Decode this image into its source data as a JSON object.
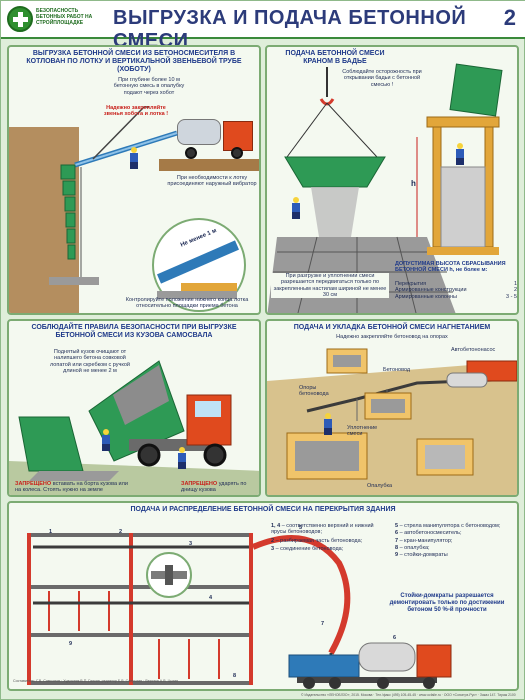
{
  "header": {
    "tagline": "БЕЗОПАСНОСТЬ БЕТОННЫХ РАБОТ НА СТРОЙПЛОЩАДКЕ",
    "title": "ВЫГРУЗКА И ПОДАЧА БЕТОННОЙ СМЕСИ",
    "page": "2"
  },
  "panel1": {
    "title": "ВЫГРУЗКА БЕТОННОЙ СМЕСИ ИЗ БЕТОНОСМЕСИТЕЛЯ В КОТЛОВАН ПО ЛОТКУ И ВЕРТИКАЛЬНОЙ ЗВЕНЬЕВОЙ ТРУБЕ (ХОБОТУ)",
    "n1": "При глубине более 10 м бетонную смесь в опалубку подают через хобот",
    "n2": "Надежно закрепляйте звенья хобота и лотка !",
    "n3": "При необходимости к лотку присоединяют наружный вибратор",
    "n4": "Не менее 1 м",
    "n5": "Контролируйте положение нижнего конца лотка относительно площадки приема бетона"
  },
  "panel2": {
    "title": "ПОДАЧА БЕТОННОЙ СМЕСИ КРАНОМ В БАДЬЕ",
    "n1": "Соблюдайте осторожность при открывании бадьи с бетонной смесью !",
    "n2": "При разгрузке и уплотнении смеси разрешается передвигаться только по закрепленным настилам шириной не менее 30 см",
    "h": "h",
    "n3": "ДОПУСТИМАЯ ВЫСОТА СБРАСЫВАНИЯ БЕТОННОЙ СМЕСИ h, не более м:",
    "rows": [
      {
        "label": "Перекрытия",
        "value": "1"
      },
      {
        "label": "Армированные конструкции",
        "value": "2"
      },
      {
        "label": "Армированные колонны",
        "value": "3 - 5"
      }
    ]
  },
  "panel3": {
    "title": "СОБЛЮДАЙТЕ ПРАВИЛА БЕЗОПАСНОСТИ ПРИ ВЫГРУЗКЕ БЕТОННОЙ СМЕСИ ИЗ КУЗОВА САМОСВАЛА",
    "n1": "Поднятый кузов очищают от налипшего бетона совковой лопатой или скребком с ручкой длиной не менее 2 м",
    "w1a": "ЗАПРЕЩЕНО",
    "w1b": "вставать на борта кузова или на колеса. Стоять нужно на земле",
    "w2a": "ЗАПРЕЩЕНО",
    "w2b": "ударять по днищу кузова"
  },
  "panel4": {
    "title": "ПОДАЧА И УКЛАДКА БЕТОННОЙ СМЕСИ НАГНЕТАНИЕМ",
    "subtitle": "Надежно закрепляйте бетоновод на опорах",
    "l1": "Автобетононасос",
    "l2": "Бетоновод",
    "l3": "Опоры бетоновода",
    "l4": "Уплотнение смеси",
    "l5": "Опалубка"
  },
  "panel5": {
    "title": "ПОДАЧА И РАСПРЕДЕЛЕНИЕ БЕТОННОЙ СМЕСИ НА ПЕРЕКРЫТИЯ ЗДАНИЯ",
    "legend_left": [
      {
        "num": "1, 4",
        "text": "– соответственно верхний и нижний ярусы бетоноводов;"
      },
      {
        "num": "2",
        "text": "– разбираемая часть бетоновода;"
      },
      {
        "num": "3",
        "text": "– соединение бетоновода;"
      }
    ],
    "legend_right": [
      {
        "num": "5",
        "text": "– стрела манипулятора с бетоноводом;"
      },
      {
        "num": "6",
        "text": "– автобетоносмеситель;"
      },
      {
        "num": "7",
        "text": "– кран-манипулятор;"
      },
      {
        "num": "8",
        "text": "– опалубка;"
      },
      {
        "num": "9",
        "text": "– стойки-домкраты"
      }
    ],
    "note": "Стойки-домкраты разрешается демонтировать только по достижении бетоном 50 %-й прочности",
    "nums": [
      "1",
      "2",
      "3",
      "4",
      "5",
      "6",
      "7",
      "8",
      "9"
    ],
    "credits": "Составитель: Г.В. Самсонов · Художник В.П. Галкин, редактор Б.В. Сапрыгин · Верстка А.В. Цыгин"
  },
  "imprint": "© Издательство «ЛЕНОБЛЗО», 2015. Москва · Тел./факс (495) 105-45-45 · www.ocfaile.ru · ООО «Союзтрэ-Рус» · Заказ 147. Тираж 2100"
}
